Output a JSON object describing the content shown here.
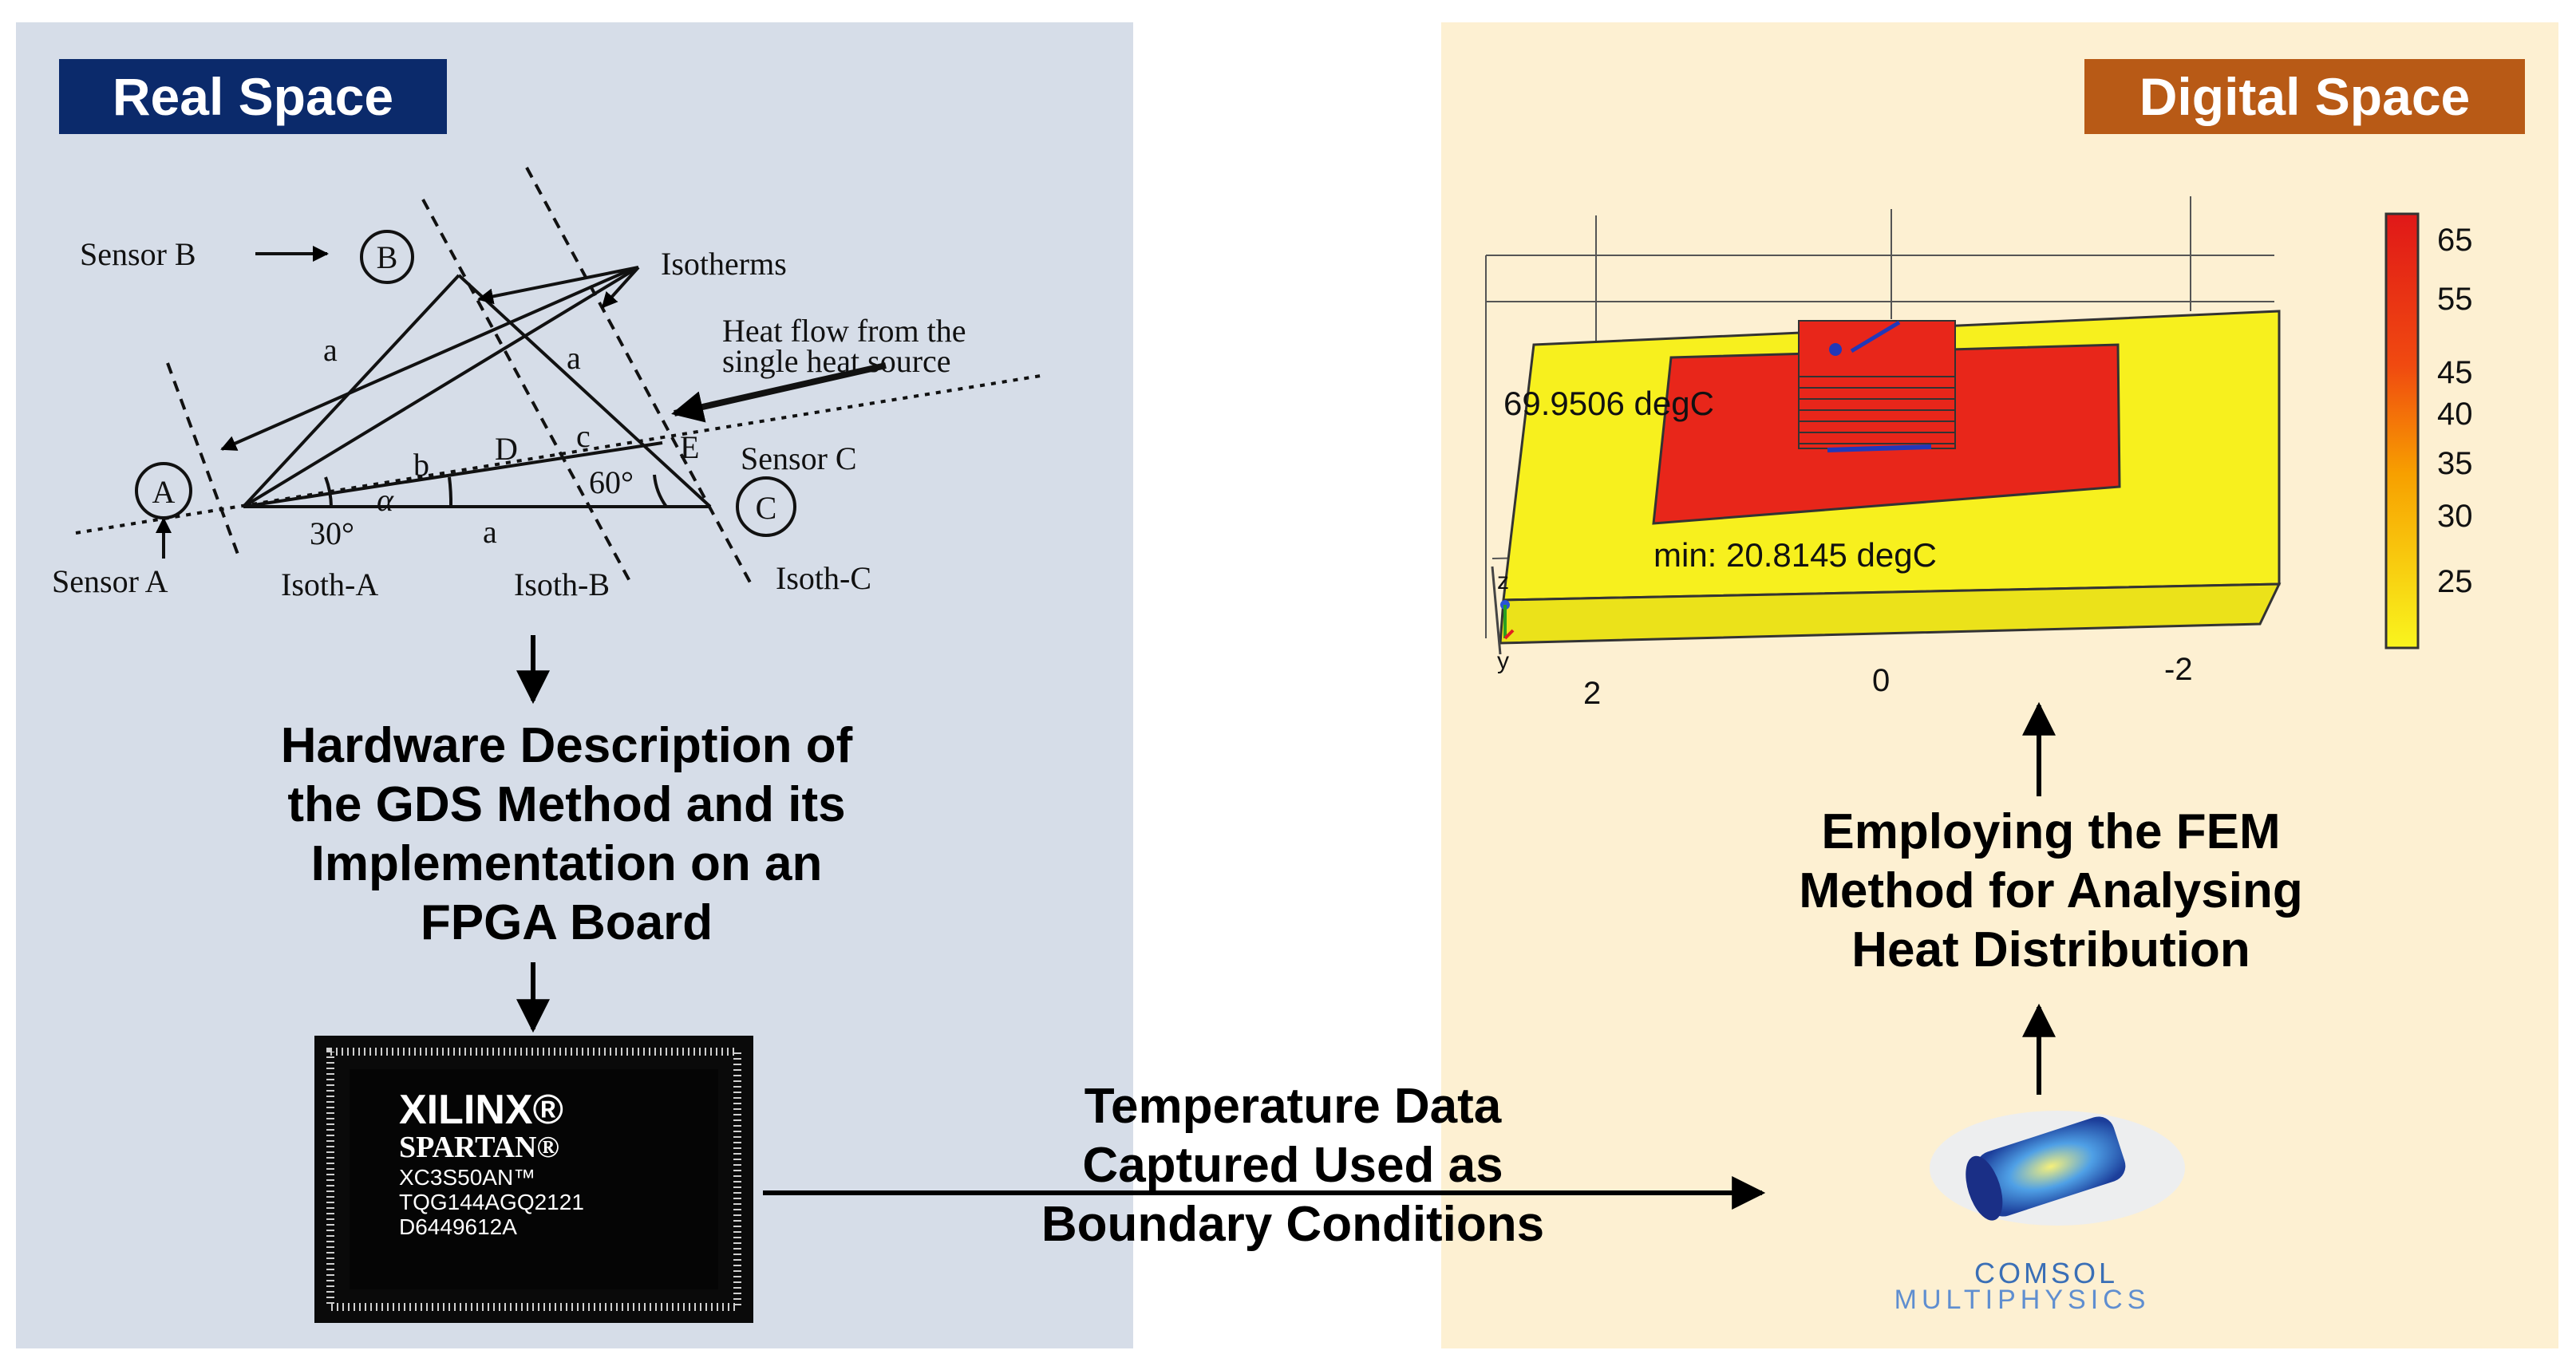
{
  "real_space": {
    "badge": "Real Space",
    "diagram": {
      "sensor_b": "Sensor B",
      "sensor_a": "Sensor A",
      "sensor_c": "Sensor C",
      "node_a": "A",
      "node_b": "B",
      "node_c": "C",
      "isotherms": "Isotherms",
      "heat_flow_line1": "Heat flow from the",
      "heat_flow_line2": "single heat source",
      "isoth_a": "Isoth-A",
      "isoth_b": "Isoth-B",
      "isoth_c": "Isoth-C",
      "label_a1": "a",
      "label_a2": "a",
      "label_a3": "a",
      "label_b": "b",
      "label_c": "c",
      "label_d": "D",
      "label_e": "E",
      "alpha": "α",
      "angle_30": "30°",
      "angle_60": "60°"
    },
    "hw_lines": [
      "Hardware Description of",
      "the GDS Method and its",
      "Implementation on an",
      "FPGA Board"
    ],
    "chip": {
      "brand": "XILINX®",
      "series": "SPARTAN®",
      "line1": "XC3S50AN™",
      "line2": "TQG144AGQ2121",
      "line3": "D6449612A"
    }
  },
  "digital_space": {
    "badge": "Digital Space",
    "sim": {
      "max_label": "69.9506 degC",
      "min_label": "min: 20.8145 degC",
      "axis_ticks": [
        "2",
        "0",
        "-2"
      ],
      "axis_z": "z",
      "axis_y": "y",
      "colorbar_ticks": [
        "65",
        "55",
        "45",
        "40",
        "35",
        "30",
        "25"
      ]
    },
    "fem_lines": [
      "Employing the FEM",
      "Method for Analysing",
      "Heat Distribution"
    ],
    "comsol_line1": "COMSOL",
    "comsol_line2": "MULTIPHYSICS"
  },
  "link_text_lines": [
    "Temperature Data",
    "Captured Used as",
    "Boundary Conditions"
  ],
  "colors": {
    "real_bg": "#d6dde8",
    "digital_bg": "#fdf0d2",
    "real_badge": "#0b2a6b",
    "digital_badge": "#b85a16",
    "hot": "#e8261a",
    "cool": "#f7f01e"
  }
}
